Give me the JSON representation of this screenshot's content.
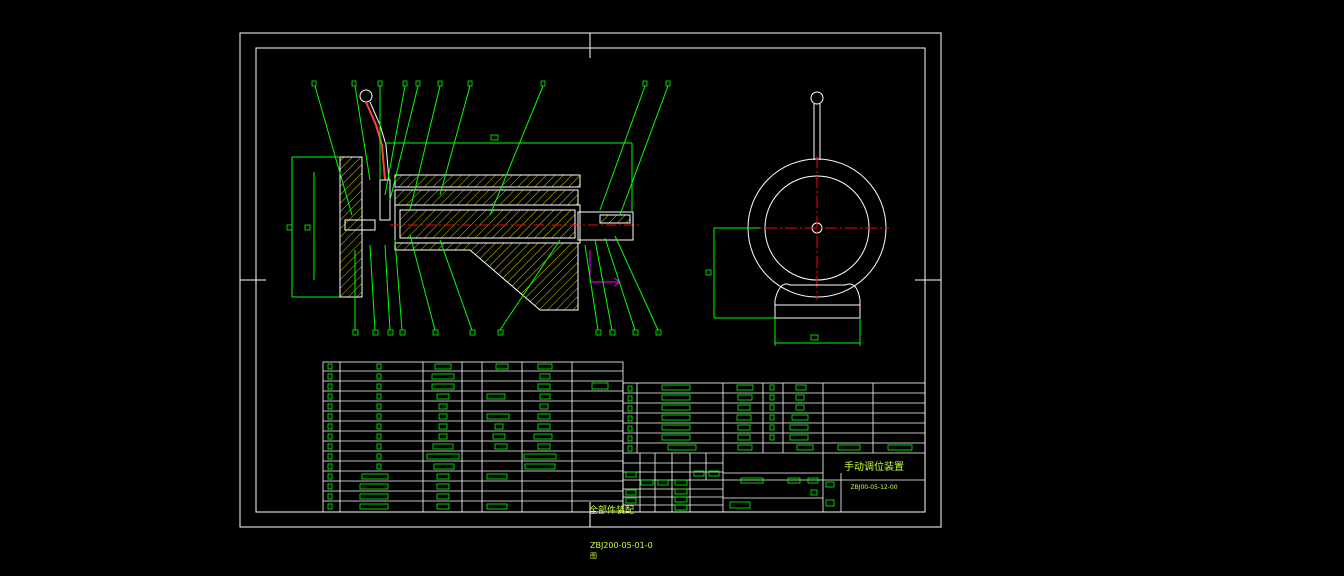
{
  "drawing": {
    "title_block_name": "手动调位装置",
    "title_block_code": "ZBJ00-05-12-00",
    "assembly_caption": "全部件装配",
    "footer_code": "ZBJ200-05-01-0",
    "footer_sub": "图"
  },
  "colors": {
    "background": "#000000",
    "frame": "#ffffff",
    "leader": "#00ff00",
    "hatch": "#ffff00",
    "center_line": "#ff0000",
    "arrow": "#ff00ff",
    "label_box": "#00ff00",
    "text": "#c8ff3c"
  }
}
